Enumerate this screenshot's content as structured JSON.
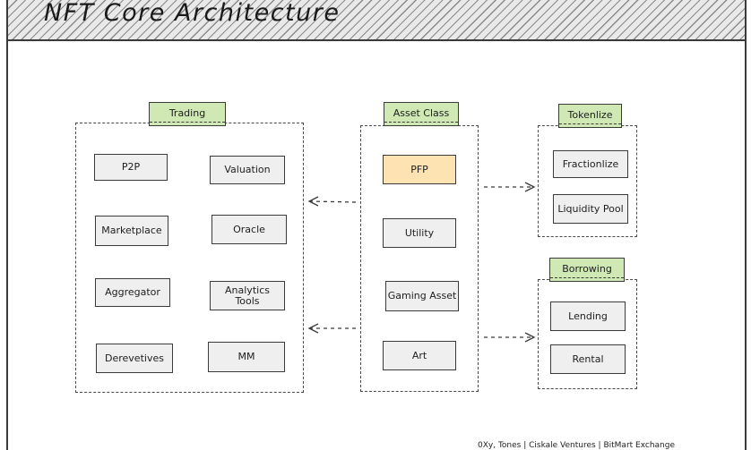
{
  "title": "NFT Core Architecture",
  "groups": {
    "trading": {
      "label": "Trading",
      "items": [
        "P2P",
        "Valuation",
        "Marketplace",
        "Oracle",
        "Aggregator",
        "Analytics\nTools",
        "Derevetives",
        "MM"
      ]
    },
    "asset_class": {
      "label": "Asset Class",
      "items": [
        "PFP",
        "Utility",
        "Gaming Asset",
        "Art"
      ],
      "highlight_color": "#fde3b2"
    },
    "tokenize": {
      "label": "Tokenlize",
      "items": [
        "Fractionlize",
        "Liquidity Pool"
      ]
    },
    "borrowing": {
      "label": "Borrowing",
      "items": [
        "Lending",
        "Rental"
      ]
    }
  },
  "colors": {
    "label_fill": "#cfe8b4",
    "node_fill": "#efefef",
    "stroke": "#3a3a3a"
  },
  "footer": "0Xy, Tones | Ciskale Ventures | BitMart Exchange"
}
